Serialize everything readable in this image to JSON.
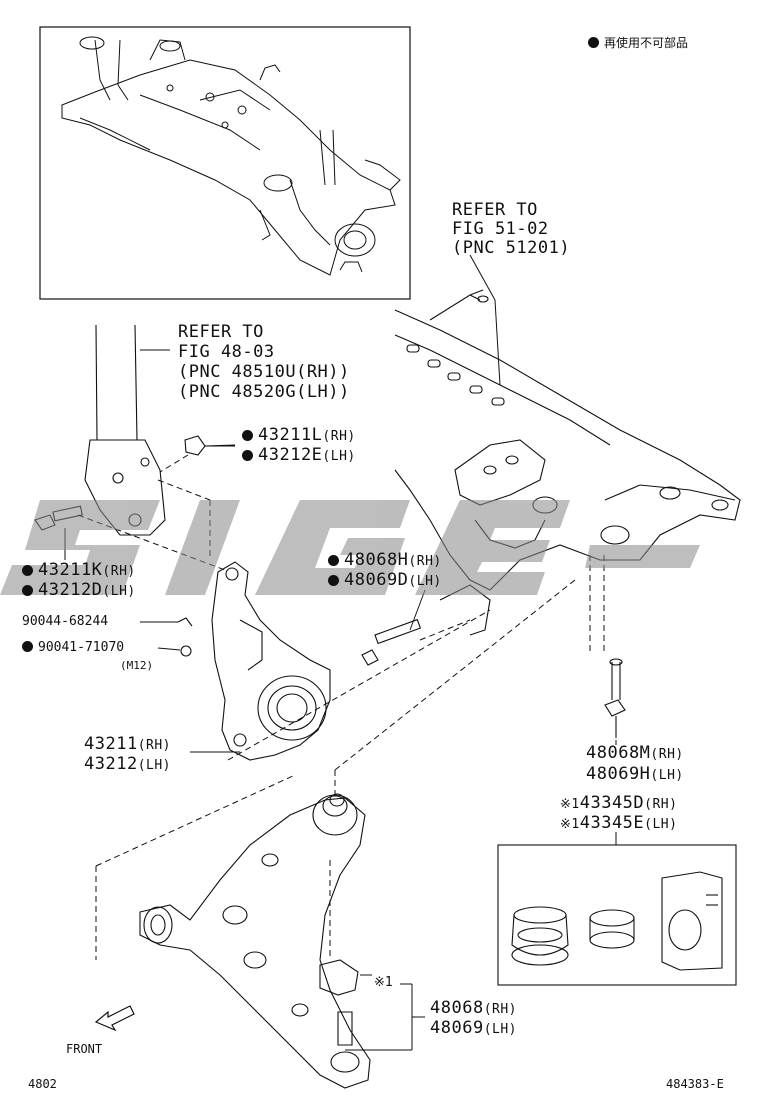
{
  "legend": {
    "text": "再使用不可部品"
  },
  "refs": {
    "frame": [
      "REFER TO",
      "FIG 51-02",
      "(PNC 51201)"
    ],
    "strut": [
      "REFER TO",
      "FIG 48-03",
      "(PNC 48510U(RH))",
      "(PNC 48520G(LH))"
    ]
  },
  "labels": {
    "p43211L": {
      "code": "43211L",
      "side": "(RH)"
    },
    "p43212E": {
      "code": "43212E",
      "side": "(LH)"
    },
    "p43211K": {
      "code": "43211K",
      "side": "(RH)"
    },
    "p43212D": {
      "code": "43212D",
      "side": "(LH)"
    },
    "p48068H": {
      "code": "48068H",
      "side": "(RH)"
    },
    "p48069D": {
      "code": "48069D",
      "side": "(LH)"
    },
    "p90044": {
      "code": "90044-68244"
    },
    "p90041": {
      "code": "90041-71070",
      "note": "(M12)"
    },
    "p43211": {
      "code": "43211",
      "side": "(RH)"
    },
    "p43212": {
      "code": "43212",
      "side": "(LH)"
    },
    "p48068M": {
      "code": "48068M",
      "side": "(RH)"
    },
    "p48069H": {
      "code": "48069H",
      "side": "(LH)"
    },
    "p43345D": {
      "prefix": "※1",
      "code": "43345D",
      "side": "(RH)"
    },
    "p43345E": {
      "prefix": "※1",
      "code": "43345E",
      "side": "(LH)"
    },
    "p48068": {
      "code": "48068",
      "side": "(RH)"
    },
    "p48069": {
      "code": "48069",
      "side": "(LH)"
    },
    "star1": "※1"
  },
  "front_label": "FRONT",
  "watermark": "SIGE",
  "footer": {
    "left": "4802",
    "right": "484383-E"
  }
}
